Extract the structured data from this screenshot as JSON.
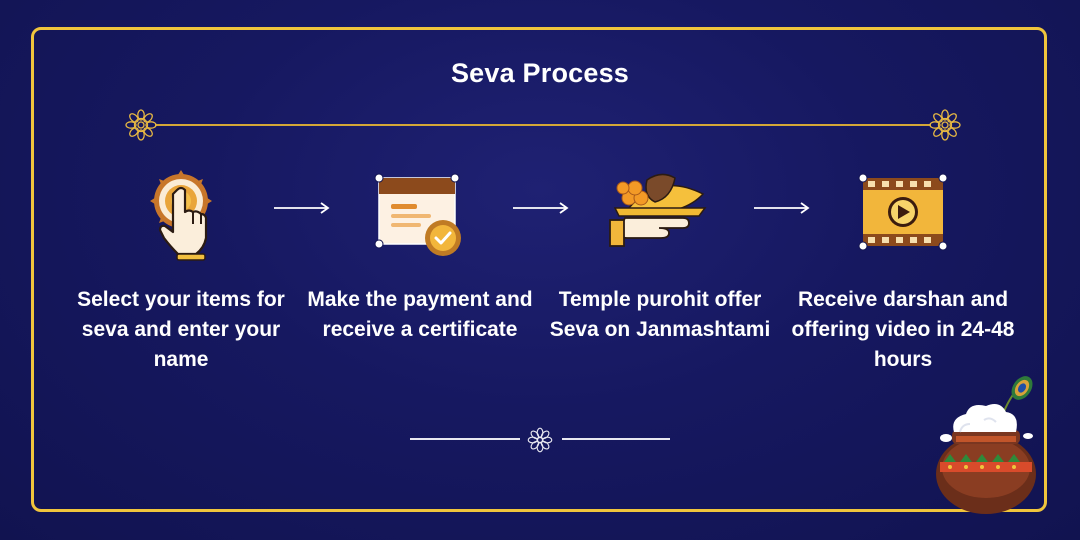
{
  "title": "Seva Process",
  "steps": [
    {
      "text": "Select your items for seva and enter your name",
      "icon": "tap-hand-icon"
    },
    {
      "text": "Make the payment and receive a certificate",
      "icon": "certificate-icon"
    },
    {
      "text": "Temple purohit offer Seva on Janmashtami",
      "icon": "offering-hand-icon"
    },
    {
      "text": "Receive darshan and offering video in 24-48 hours",
      "icon": "video-icon"
    }
  ],
  "colors": {
    "background": "#131551",
    "accent": "#f0c53c",
    "text": "#ffffff"
  },
  "decorations": [
    "mandala-icon",
    "arrow-icon",
    "matki-pot-icon"
  ]
}
